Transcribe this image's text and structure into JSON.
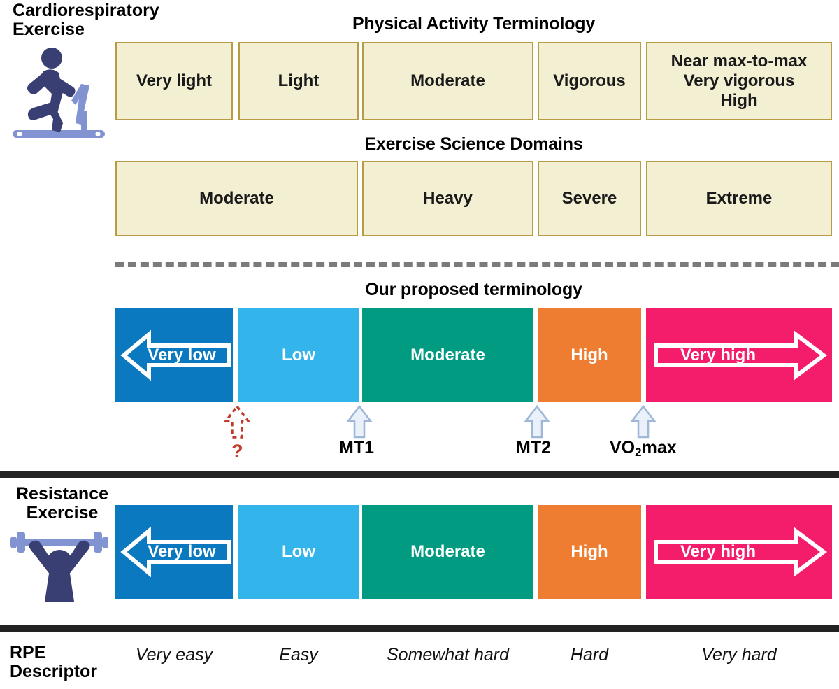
{
  "rows": {
    "cardio_label": "Cardiorespiratory\nExercise",
    "cardio_label_line1": "Cardiorespiratory",
    "cardio_label_line2": "Exercise",
    "resistance_label_line1": "Resistance",
    "resistance_label_line2": "Exercise",
    "rpe_label_line1": "RPE",
    "rpe_label_line2": "Descriptor"
  },
  "sections": {
    "physical_activity_title": "Physical Activity Terminology",
    "exercise_science_title": "Exercise Science Domains",
    "proposed_title": "Our proposed terminology"
  },
  "physical_activity_terminology": [
    {
      "label": "Very light"
    },
    {
      "label": "Light"
    },
    {
      "label": "Moderate"
    },
    {
      "label": "Vigorous"
    },
    {
      "label": "Near max-to-max\nVery vigorous\nHigh",
      "line1": "Near max-to-max",
      "line2": "Very vigorous",
      "line3": "High"
    }
  ],
  "exercise_science_domains": [
    {
      "label": "Moderate"
    },
    {
      "label": "Heavy"
    },
    {
      "label": "Severe"
    },
    {
      "label": "Extreme"
    }
  ],
  "proposed_terminology": [
    {
      "label": "Very low",
      "color": "#0A79BF",
      "arrow": "left"
    },
    {
      "label": "Low",
      "color": "#33B5EC",
      "arrow": "none"
    },
    {
      "label": "Moderate",
      "color": "#009B80",
      "arrow": "none"
    },
    {
      "label": "High",
      "color": "#EF7D31",
      "arrow": "none"
    },
    {
      "label": "Very high",
      "color": "#F41D6B",
      "arrow": "right"
    }
  ],
  "resistance_terminology": [
    {
      "label": "Very low",
      "color": "#0A79BF",
      "arrow": "left"
    },
    {
      "label": "Low",
      "color": "#33B5EC",
      "arrow": "none"
    },
    {
      "label": "Moderate",
      "color": "#009B80",
      "arrow": "none"
    },
    {
      "label": "High",
      "color": "#EF7D31",
      "arrow": "none"
    },
    {
      "label": "Very high",
      "color": "#F41D6B",
      "arrow": "right"
    }
  ],
  "threshold_markers": [
    {
      "label": "?",
      "style": "dashed-red"
    },
    {
      "label": "MT1",
      "style": "solid-blue"
    },
    {
      "label": "MT2",
      "style": "solid-blue"
    },
    {
      "label": "VO2max",
      "style": "solid-blue",
      "pre": "VO",
      "sub": "2",
      "post": "max"
    }
  ],
  "rpe_descriptors": [
    {
      "label": "Very easy"
    },
    {
      "label": "Easy"
    },
    {
      "label": "Somewhat hard"
    },
    {
      "label": "Hard"
    },
    {
      "label": "Very hard"
    }
  ],
  "colors": {
    "cream_fill": "#F2EFD2",
    "cream_border": "#B79B45",
    "very_low": "#0A79BF",
    "low": "#33B5EC",
    "moderate": "#009B80",
    "high": "#EF7D31",
    "very_high": "#F41D6B",
    "icon_dark": "#3A3F73",
    "icon_light": "#8293D2",
    "rule": "#222222",
    "dashed_sep": "#7b7b7b",
    "marker_blue_fill": "#EAF1FA",
    "marker_blue_stroke": "#9FB8D8",
    "marker_red": "#C0392B"
  }
}
